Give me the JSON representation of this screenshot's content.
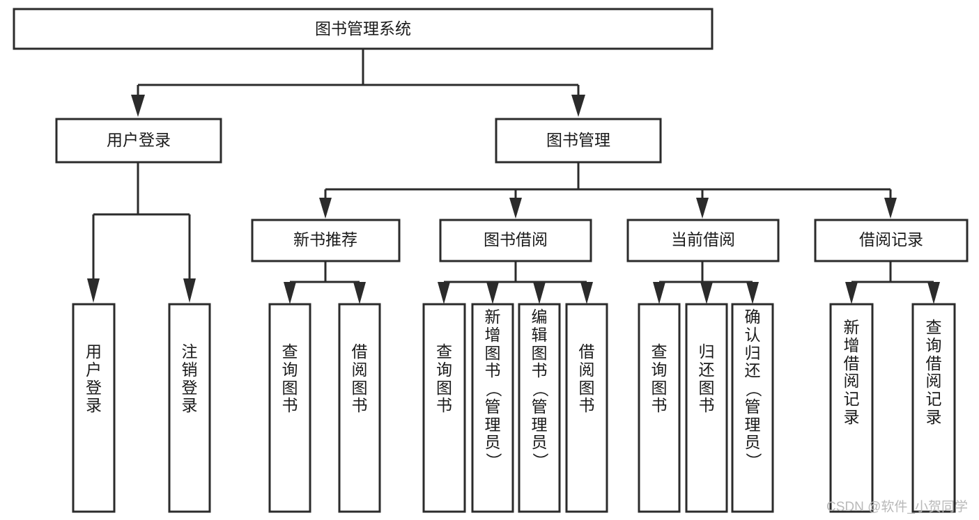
{
  "diagram": {
    "type": "hierarchy-tree",
    "title": "图书管理系统",
    "watermark": "CSDN @软件_小贺同学",
    "colors": {
      "box_stroke": "#2b2b2b",
      "box_fill": "#ffffff",
      "text": "#1a1a1a",
      "connector": "#2b2b2b",
      "watermark": "#b9b9b9",
      "background": "#ffffff"
    },
    "levels": {
      "root": {
        "label": "图书管理系统"
      },
      "level2": [
        {
          "label": "用户登录"
        },
        {
          "label": "图书管理"
        }
      ],
      "level3": [
        {
          "label": "新书推荐"
        },
        {
          "label": "图书借阅"
        },
        {
          "label": "当前借阅"
        },
        {
          "label": "借阅记录"
        }
      ]
    },
    "leaves": {
      "user_login": [
        {
          "label": "用户登录"
        },
        {
          "label": "注销登录"
        }
      ],
      "new_book": [
        {
          "label": "查询图书"
        },
        {
          "label": "借阅图书"
        }
      ],
      "book_borrow": [
        {
          "label": "查询图书"
        },
        {
          "label": "新增图书（管理员）"
        },
        {
          "label": "编辑图书（管理员）"
        },
        {
          "label": "借阅图书"
        }
      ],
      "current_borrow": [
        {
          "label": "查询图书"
        },
        {
          "label": "归还图书"
        },
        {
          "label": "确认归还（管理员）"
        }
      ],
      "borrow_record": [
        {
          "label": "新增借阅记录"
        },
        {
          "label": "查询借阅记录"
        }
      ]
    }
  }
}
